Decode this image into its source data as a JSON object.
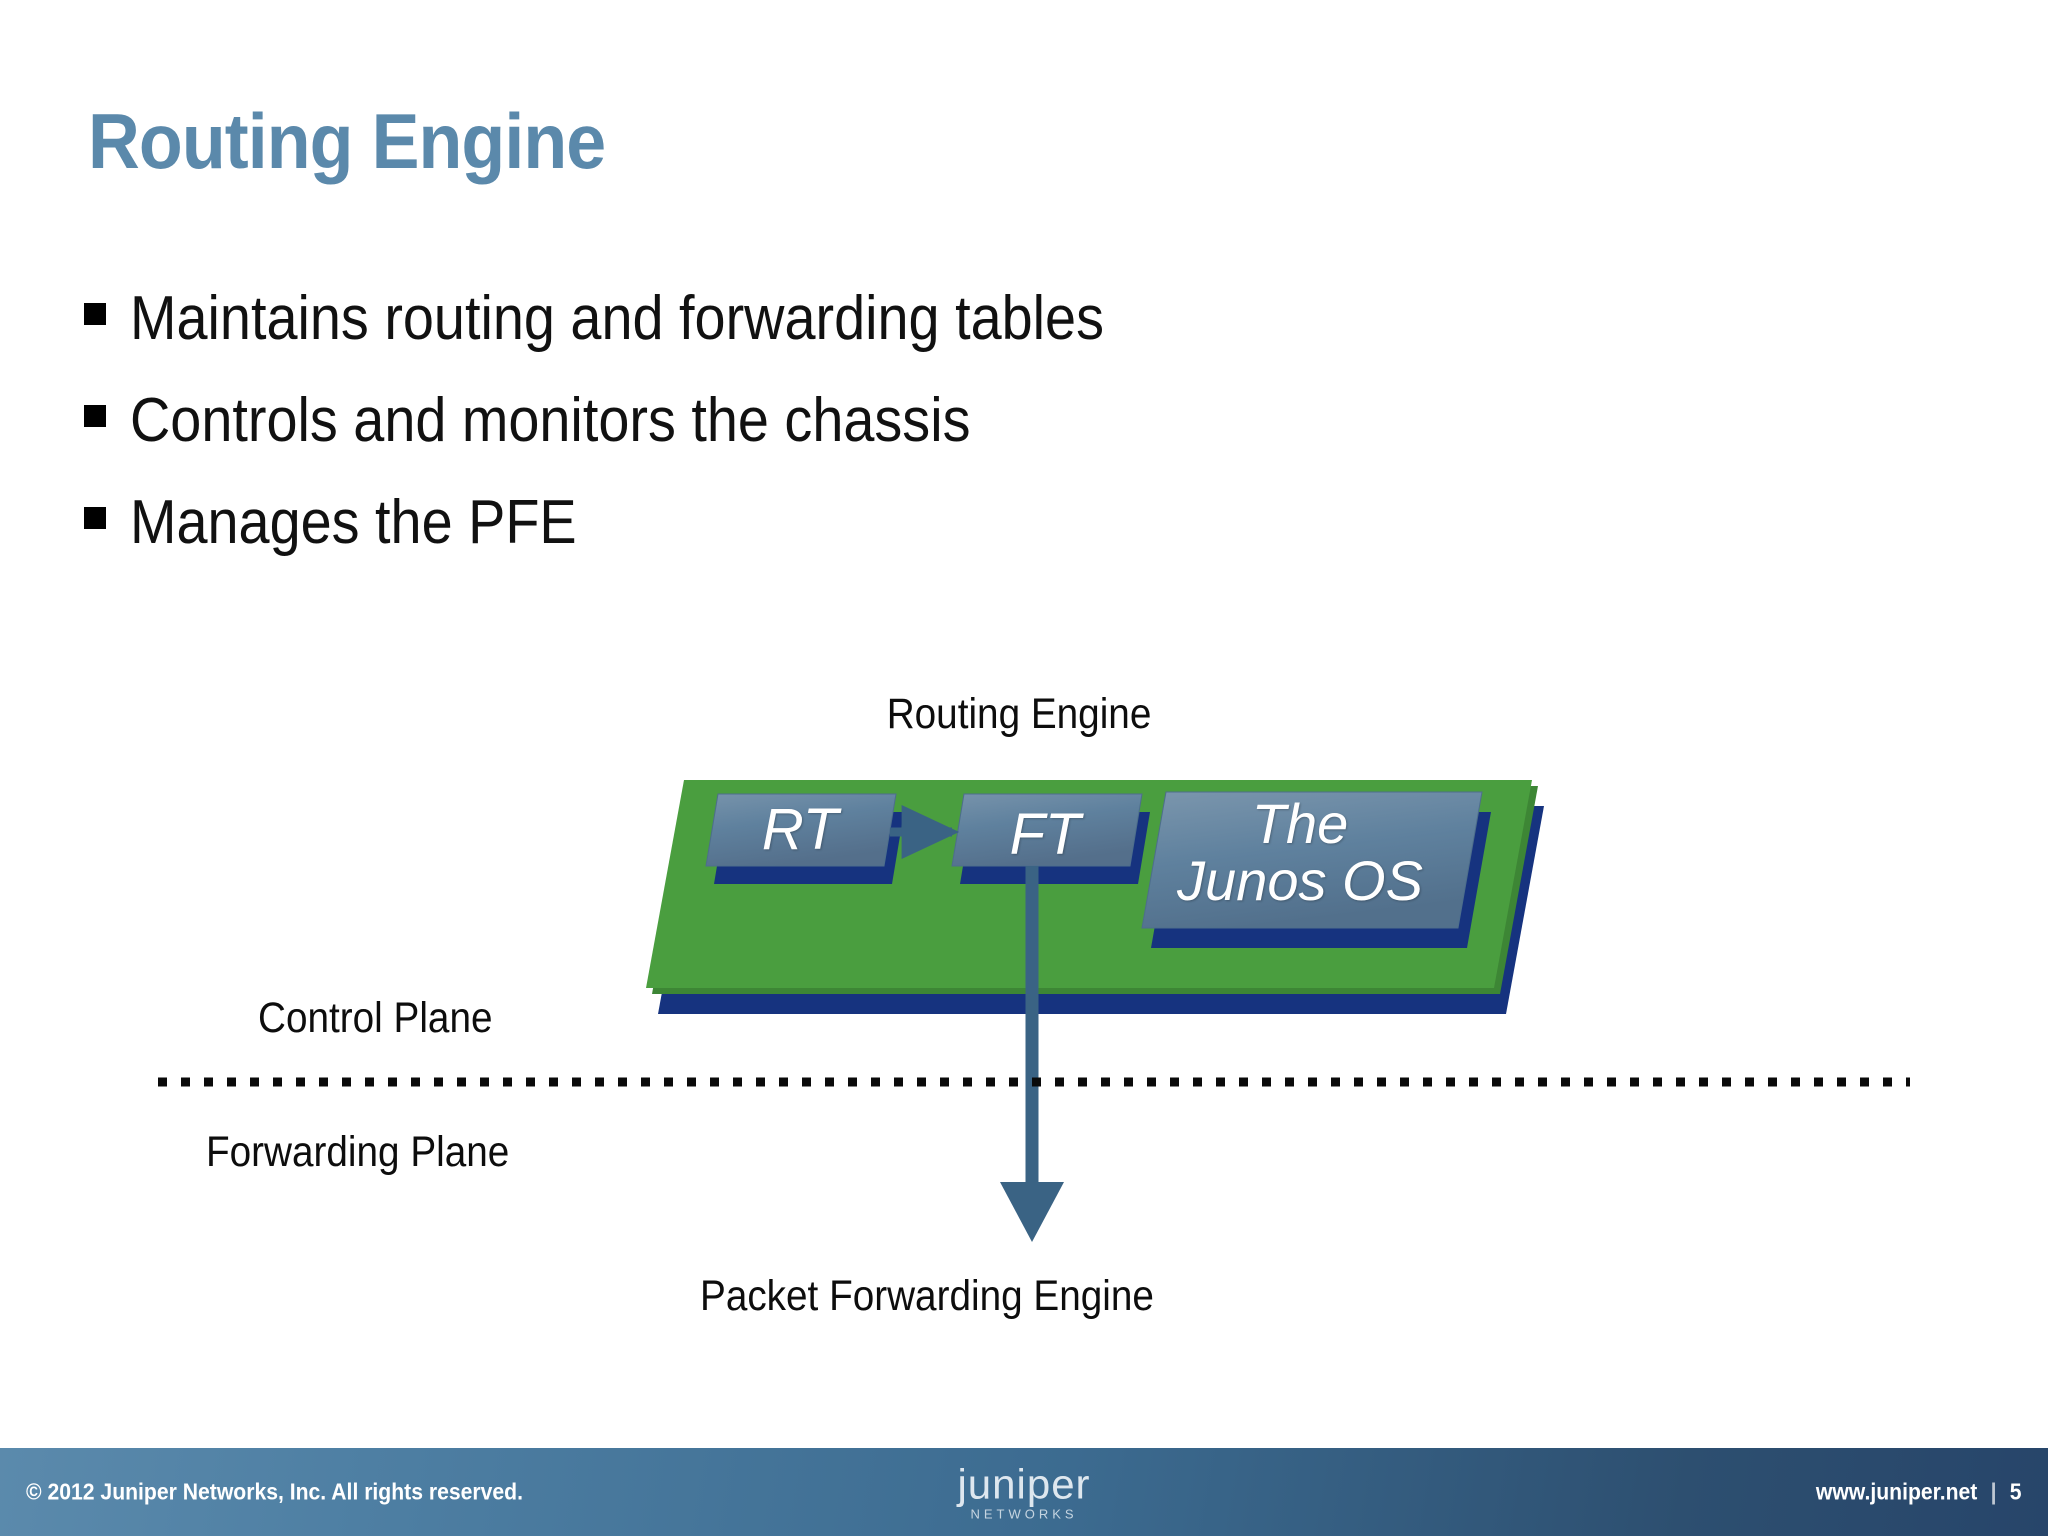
{
  "slide": {
    "title": "Routing Engine",
    "title_color": "#5b89ab",
    "background": "#ffffff"
  },
  "bullets": [
    {
      "text": "Maintains routing and forwarding tables"
    },
    {
      "text": "Controls and monitors the chassis"
    },
    {
      "text": "Manages the PFE"
    }
  ],
  "diagram": {
    "routing_engine_label": "Routing Engine",
    "control_plane_label": "Control Plane",
    "forwarding_plane_label": "Forwarding Plane",
    "pfe_label": "Packet Forwarding Engine",
    "boxes": [
      {
        "id": "rt",
        "label": "RT"
      },
      {
        "id": "ft",
        "label": "FT"
      },
      {
        "id": "junos",
        "label": "The\nJunos OS"
      }
    ],
    "colors": {
      "plane_green": "#4a9e3f",
      "plane_green_dark": "#3d8635",
      "box_blue": "#5b7e9c",
      "box_blue_light": "#6e8fa9",
      "box_edge_navy": "#13307d",
      "arrow_blue": "#3a6384",
      "divider_dots": "#0a0a0a"
    },
    "arrows": [
      {
        "from": "rt",
        "to": "ft",
        "direction": "right"
      },
      {
        "from": "ft",
        "to": "pfe",
        "direction": "down"
      }
    ]
  },
  "footer": {
    "copyright": "© 2012 Juniper Networks, Inc. All rights reserved.",
    "website": "www.juniper.net",
    "separator": "|",
    "page_number": "5",
    "logo_word": "juniper",
    "logo_sub": "NETWORKS",
    "gradient_left": "#5b8aac",
    "gradient_right": "#27456a"
  }
}
